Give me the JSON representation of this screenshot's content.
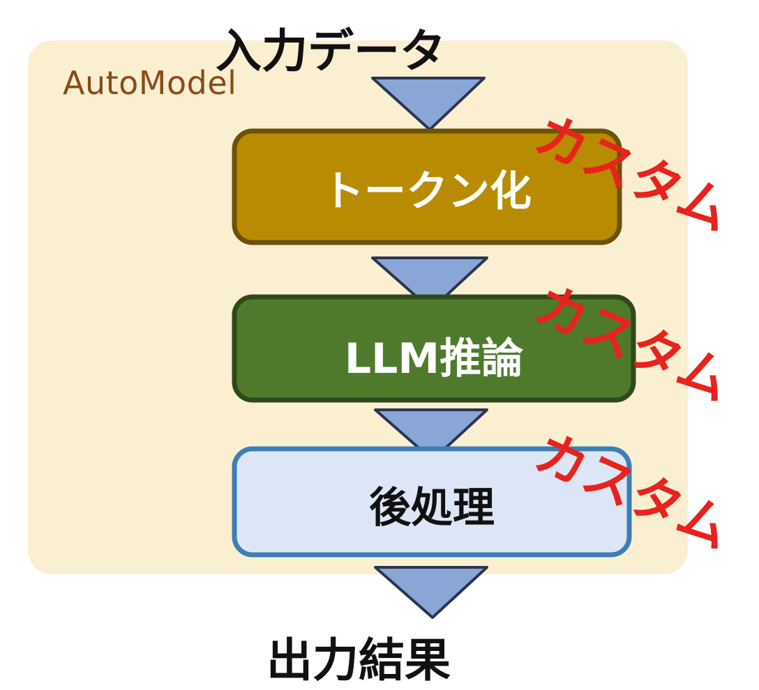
{
  "title": "AutoModel",
  "input_label": "入力データ",
  "output_label": "出力結果",
  "stages": [
    {
      "label": "トークン化",
      "custom_tag": "カスタム",
      "fill": "#b98b00",
      "stroke": "#6b5208"
    },
    {
      "label": "LLM推論",
      "custom_tag": "カスタム",
      "fill": "#4f7a2c",
      "stroke": "#2e4a1a"
    },
    {
      "label": "後処理",
      "custom_tag": "カスタム",
      "fill": "#dde6f6",
      "stroke": "#3c7fb6"
    }
  ],
  "colors": {
    "container_fill": "#fbefd2",
    "container_label": "#8a4a18",
    "arrow_fill": "#8aa6d6",
    "arrow_stroke": "#2a3550",
    "custom_tag": "#e8221c"
  }
}
